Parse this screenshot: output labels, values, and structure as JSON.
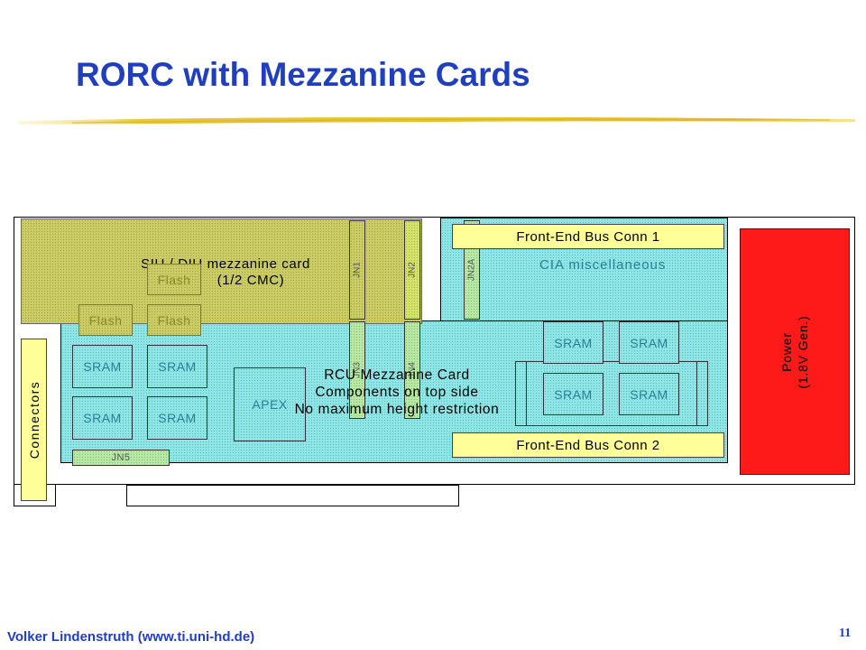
{
  "slide": {
    "title": "RORC with Mezzanine Cards",
    "author": "Volker Lindenstruth (www.ti.uni-hd.de)",
    "page_number": "11"
  },
  "diagram": {
    "siu_card": {
      "line1": "SIU / DIU mezzanine card",
      "line2": "(1/2 CMC)"
    },
    "rcu_card": {
      "line1": "RCU Mezzanine Card",
      "line2": "Components on top side",
      "line3": "No maximum height restriction"
    },
    "cia": {
      "label": "CIA miscellaneous"
    },
    "front_end_bus_1": "Front-End Bus Conn 1",
    "front_end_bus_2": "Front-End Bus Conn 2",
    "power": {
      "line1": "Power",
      "line2": "(1.8V Gen.)"
    },
    "connectors": "Connectors",
    "apex": "APEX",
    "flash": "Flash",
    "sram": "SRAM",
    "jn1": "JN1",
    "jn2": "JN2",
    "jn2a": "JN2A",
    "jn3": "JN3",
    "jn4": "JN4",
    "jn5": "JN5"
  },
  "colors": {
    "title": "#1f3fbf",
    "cyan_area": "#8fe6e6",
    "olive_card": "#cccc66",
    "yellow_connector": "#ffff99",
    "power_block": "#ff1a1a"
  }
}
